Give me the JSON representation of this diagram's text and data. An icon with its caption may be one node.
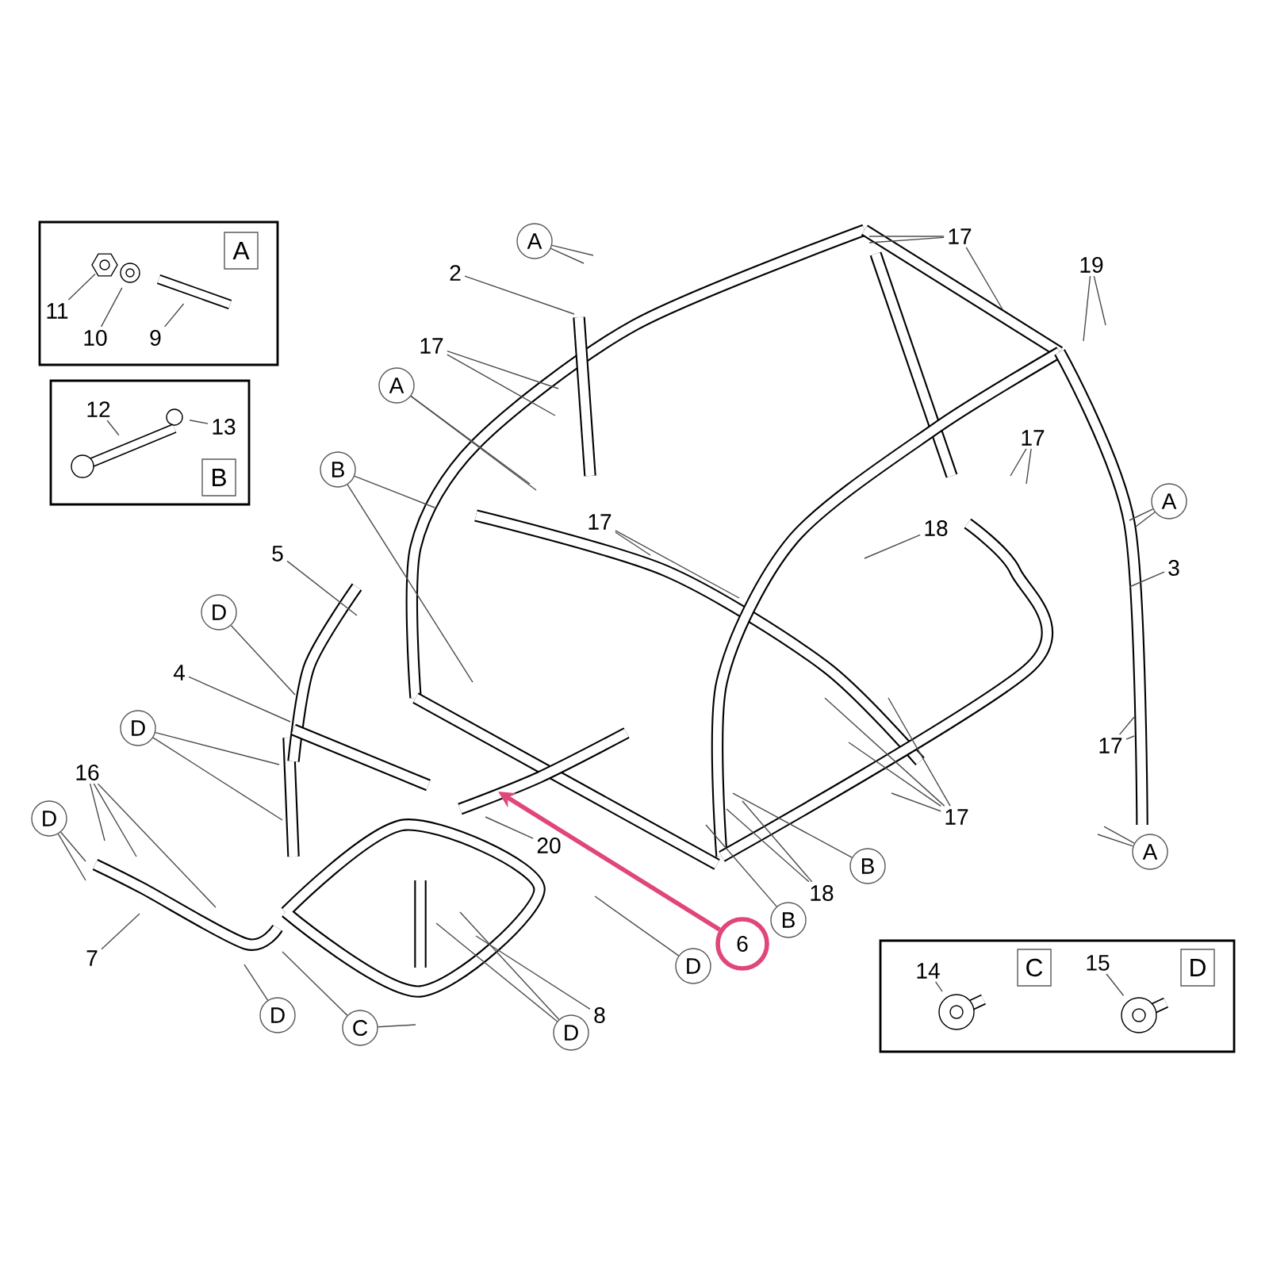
{
  "diagram": {
    "nodes": [
      {
        "text": [],
        "shape": "box"
      },
      {
        "text": [
          "A"
        ],
        "in": 0
      },
      {
        "text": [
          "11"
        ],
        "in": 0
      },
      {
        "text": [
          "10"
        ],
        "in": 0
      },
      {
        "text": [
          "9"
        ],
        "in": 0
      },
      {
        "text": [],
        "shape": "box"
      },
      {
        "text": [
          "12"
        ],
        "in": 5
      },
      {
        "text": [
          "13"
        ],
        "in": 5
      },
      {
        "text": [
          "B"
        ],
        "in": 5
      },
      {
        "text": [
          "A"
        ]
      },
      {
        "text": [
          "2"
        ]
      },
      {
        "text": [
          "17"
        ]
      },
      {
        "text": [
          "A"
        ]
      },
      {
        "text": [
          "B"
        ]
      },
      {
        "text": [
          "5"
        ]
      },
      {
        "text": [
          "D"
        ]
      },
      {
        "text": [
          "4"
        ]
      },
      {
        "text": [
          "D"
        ]
      },
      {
        "text": [
          "16"
        ]
      },
      {
        "text": [
          "D"
        ]
      },
      {
        "text": [
          "7"
        ]
      },
      {
        "text": [
          "17"
        ]
      },
      {
        "text": [
          "17"
        ]
      },
      {
        "text": [
          "19"
        ]
      },
      {
        "text": [
          "17"
        ]
      },
      {
        "text": [
          "18"
        ]
      },
      {
        "text": [
          "A"
        ]
      },
      {
        "text": [
          "3"
        ]
      },
      {
        "text": [
          "17"
        ]
      },
      {
        "text": [
          "A"
        ]
      },
      {
        "text": [
          "17"
        ]
      },
      {
        "text": [
          "B"
        ]
      },
      {
        "text": [
          "18"
        ]
      },
      {
        "text": [
          "B"
        ]
      },
      {
        "text": [
          "20"
        ]
      },
      {
        "text": [
          "6"
        ]
      },
      {
        "text": [
          "D"
        ]
      },
      {
        "text": [
          "8"
        ]
      },
      {
        "text": [
          "D"
        ]
      },
      {
        "text": [
          "D"
        ]
      },
      {
        "text": [
          "C"
        ]
      },
      {
        "text": [],
        "shape": "box"
      },
      {
        "text": [
          "14"
        ],
        "in": 41
      },
      {
        "text": [
          "C"
        ],
        "in": 41
      },
      {
        "text": [
          "15"
        ],
        "in": 41
      },
      {
        "text": [
          "D"
        ],
        "in": 41
      },
      {
        "text": [],
        "shape": "picture",
        "in": 0
      },
      {
        "text": [],
        "shape": "picture",
        "in": 0
      },
      {
        "text": [],
        "shape": "picture",
        "in": 0
      },
      {
        "text": [],
        "shape": "picture",
        "in": 5
      },
      {
        "text": [],
        "shape": "circle",
        "in": 5
      },
      {
        "text": [],
        "shape": "picture",
        "in": 41
      },
      {
        "text": [],
        "shape": "picture",
        "in": 41
      }
    ],
    "edges": [
      {
        "from": 2,
        "to": 46,
        "arrow": "none"
      },
      {
        "from": 3,
        "to": 47,
        "arrow": "none"
      },
      {
        "from": 4,
        "to": 48,
        "arrow": "none"
      },
      {
        "from": 6,
        "to": 49,
        "arrow": "none"
      },
      {
        "from": 7,
        "to": 50,
        "arrow": "none"
      },
      {
        "from": 9,
        "to": null,
        "arrow": "none"
      },
      {
        "from": 9,
        "to": null,
        "arrow": "none"
      },
      {
        "from": 10,
        "to": null,
        "arrow": "none"
      },
      {
        "from": 11,
        "to": null,
        "arrow": "none"
      },
      {
        "from": 11,
        "to": null,
        "arrow": "none"
      },
      {
        "from": 12,
        "to": null,
        "arrow": "none"
      },
      {
        "from": 12,
        "to": null,
        "arrow": "none"
      },
      {
        "from": 13,
        "to": null,
        "arrow": "none"
      },
      {
        "from": 13,
        "to": null,
        "arrow": "none"
      },
      {
        "from": 14,
        "to": null,
        "arrow": "none"
      },
      {
        "from": 15,
        "to": null,
        "arrow": "none"
      },
      {
        "from": 16,
        "to": null,
        "arrow": "none"
      },
      {
        "from": 17,
        "to": null,
        "arrow": "none"
      },
      {
        "from": 17,
        "to": null,
        "arrow": "none"
      },
      {
        "from": 18,
        "to": null,
        "arrow": "none"
      },
      {
        "from": 18,
        "to": null,
        "arrow": "none"
      },
      {
        "from": 18,
        "to": null,
        "arrow": "none"
      },
      {
        "from": 19,
        "to": null,
        "arrow": "none"
      },
      {
        "from": 19,
        "to": null,
        "arrow": "none"
      },
      {
        "from": 20,
        "to": null,
        "arrow": "none"
      },
      {
        "from": 21,
        "to": null,
        "arrow": "none"
      },
      {
        "from": 21,
        "to": null,
        "arrow": "none"
      },
      {
        "from": 22,
        "to": null,
        "arrow": "none"
      },
      {
        "from": 22,
        "to": null,
        "arrow": "none"
      },
      {
        "from": 22,
        "to": null,
        "arrow": "none"
      },
      {
        "from": 23,
        "to": null,
        "arrow": "none"
      },
      {
        "from": 23,
        "to": null,
        "arrow": "none"
      },
      {
        "from": 24,
        "to": null,
        "arrow": "none"
      },
      {
        "from": 24,
        "to": null,
        "arrow": "none"
      },
      {
        "from": 25,
        "to": null,
        "arrow": "none"
      },
      {
        "from": 26,
        "to": null,
        "arrow": "none"
      },
      {
        "from": 26,
        "to": null,
        "arrow": "none"
      },
      {
        "from": 27,
        "to": null,
        "arrow": "none"
      },
      {
        "from": 28,
        "to": null,
        "arrow": "none"
      },
      {
        "from": 28,
        "to": null,
        "arrow": "none"
      },
      {
        "from": 29,
        "to": null,
        "arrow": "none"
      },
      {
        "from": 29,
        "to": null,
        "arrow": "none"
      },
      {
        "from": 30,
        "to": null,
        "arrow": "none"
      },
      {
        "from": 30,
        "to": null,
        "arrow": "none"
      },
      {
        "from": 30,
        "to": null,
        "arrow": "none"
      },
      {
        "from": 30,
        "to": null,
        "arrow": "none"
      },
      {
        "from": 31,
        "to": null,
        "arrow": "none"
      },
      {
        "from": 32,
        "to": null,
        "arrow": "none"
      },
      {
        "from": 32,
        "to": null,
        "arrow": "none"
      },
      {
        "from": 33,
        "to": null,
        "arrow": "none"
      },
      {
        "from": 34,
        "to": null,
        "arrow": "none"
      },
      {
        "from": 35,
        "to": null,
        "arrow": "to",
        "style": "thick",
        "color": "#e0457b"
      },
      {
        "from": 36,
        "to": null,
        "arrow": "none"
      },
      {
        "from": 37,
        "to": null,
        "arrow": "none"
      },
      {
        "from": 38,
        "to": null,
        "arrow": "none"
      },
      {
        "from": 38,
        "to": null,
        "arrow": "none"
      },
      {
        "from": 39,
        "to": null,
        "arrow": "none"
      },
      {
        "from": 40,
        "to": null,
        "arrow": "none"
      },
      {
        "from": 40,
        "to": null,
        "arrow": "none"
      },
      {
        "from": 42,
        "to": 51,
        "arrow": "none"
      },
      {
        "from": 44,
        "to": 52,
        "arrow": "none"
      }
    ]
  }
}
